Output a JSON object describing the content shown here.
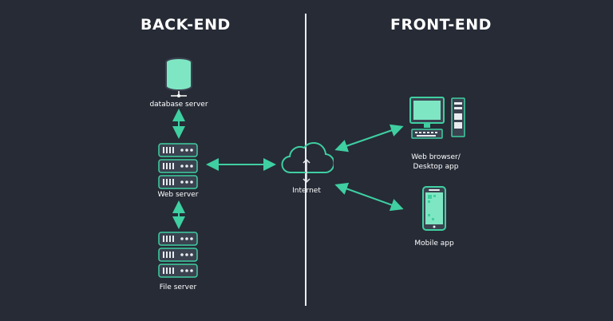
{
  "titles": {
    "backend": "BACK-END",
    "frontend": "FRONT-END"
  },
  "nodes": {
    "database_server": "database server",
    "web_server": "Web server",
    "file_server": "File server",
    "internet": "Internet",
    "web_browser_line1": "Web browser/",
    "web_browser_line2": "Desktop app",
    "mobile_app": "Mobile app"
  },
  "colors": {
    "background": "#262b36",
    "accent": "#3fcfa1",
    "text": "#ffffff",
    "divider": "#e9ecef",
    "icon_fill": "#7fe6c3",
    "icon_dark": "#3b4250"
  }
}
